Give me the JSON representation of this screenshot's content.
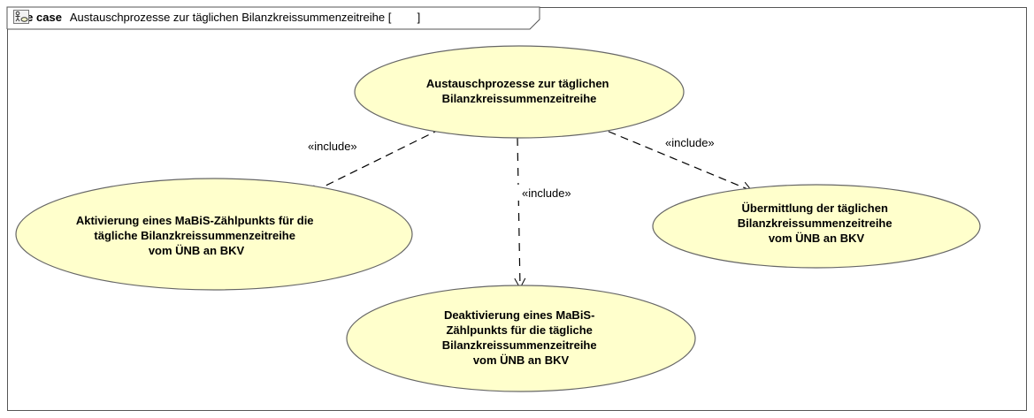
{
  "frame": {
    "keyword": "use case",
    "title": "Austauschprozesse zur täglichen Bilanzkreissummenzeitreihe",
    "bracket_open": "[",
    "bracket_close": "]",
    "icon": "use-case-diagram-icon"
  },
  "use_cases": [
    {
      "id": "main",
      "lines": [
        "Austauschprozesse zur täglichen",
        "Bilanzkreissummenzeitreihe"
      ]
    },
    {
      "id": "aktivierung",
      "lines": [
        "Aktivierung eines MaBiS-Zählpunkts für die",
        "tägliche Bilanzkreissummenzeitreihe",
        "vom ÜNB an BKV"
      ]
    },
    {
      "id": "deaktivierung",
      "lines": [
        "Deaktivierung eines MaBiS-",
        "Zählpunkts für die tägliche",
        "Bilanzkreissummenzeitreihe",
        "vom ÜNB an BKV"
      ]
    },
    {
      "id": "uebermittlung",
      "lines": [
        "Übermittlung der täglichen",
        "Bilanzkreissummenzeitreihe",
        "vom ÜNB an BKV"
      ]
    }
  ],
  "relations": [
    {
      "from": "main",
      "to": "aktivierung",
      "label": "«include»"
    },
    {
      "from": "main",
      "to": "deaktivierung",
      "label": "«include»"
    },
    {
      "from": "main",
      "to": "uebermittlung",
      "label": "«include»"
    }
  ],
  "colors": {
    "ellipse_fill": "#ffffcc",
    "ellipse_stroke": "#666666",
    "line": "#000000"
  }
}
